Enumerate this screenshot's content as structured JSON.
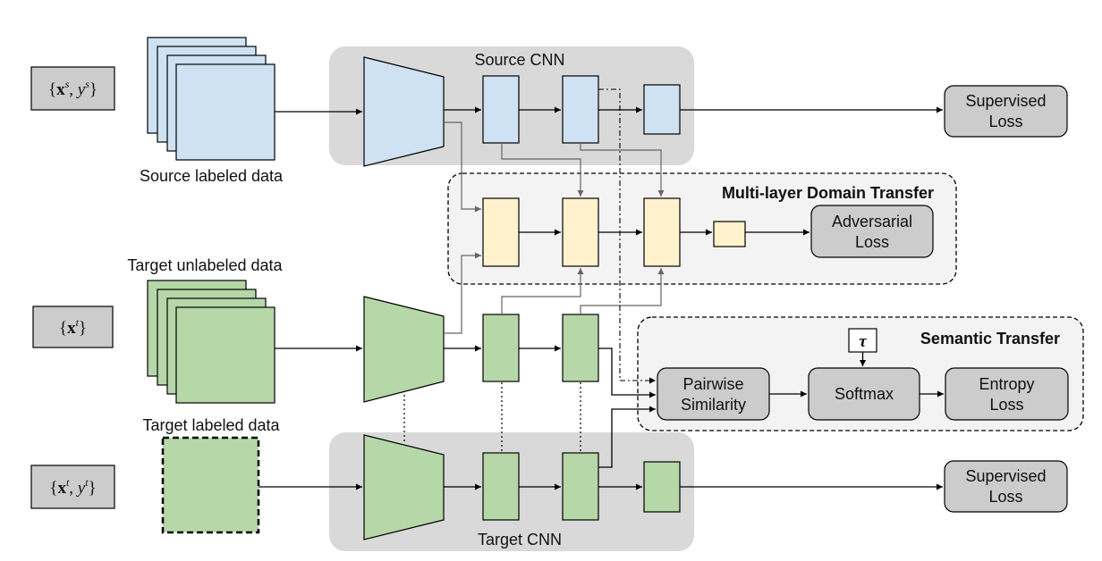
{
  "inputs": {
    "source": {
      "x_base": "x",
      "x_sup": "s",
      "y_base": "y",
      "y_sup": "s"
    },
    "target_unlabeled": {
      "x_base": "x",
      "x_sup": "t"
    },
    "target_labeled": {
      "x_base": "x",
      "x_sup": "t",
      "y_base": "y",
      "y_sup": "t"
    }
  },
  "data_labels": {
    "source": "Source labeled data",
    "target_unlabeled": "Target unlabeled data",
    "target_labeled": "Target labeled data"
  },
  "groups": {
    "source_cnn": "Source CNN",
    "target_cnn": "Target CNN",
    "domain_transfer": "Multi-layer Domain Transfer",
    "semantic_transfer": "Semantic Transfer"
  },
  "losses": {
    "supervised_source": [
      "Supervised",
      "Loss"
    ],
    "supervised_target": [
      "Supervised",
      "Loss"
    ],
    "adversarial": [
      "Adversarial",
      "Loss"
    ],
    "entropy": [
      "Entropy",
      "Loss"
    ]
  },
  "ops": {
    "pairwise": [
      "Pairwise",
      "Similarity"
    ],
    "softmax": "Softmax",
    "temperature": "τ"
  },
  "colors": {
    "source_fill": "#cfe2f3",
    "target_fill": "#b6d7a8",
    "disc_fill": "#fff2cc",
    "cnn_panel": "#d9d9d9",
    "transfer_panel": "#f3f3f3",
    "input_box": "#cccccc"
  }
}
